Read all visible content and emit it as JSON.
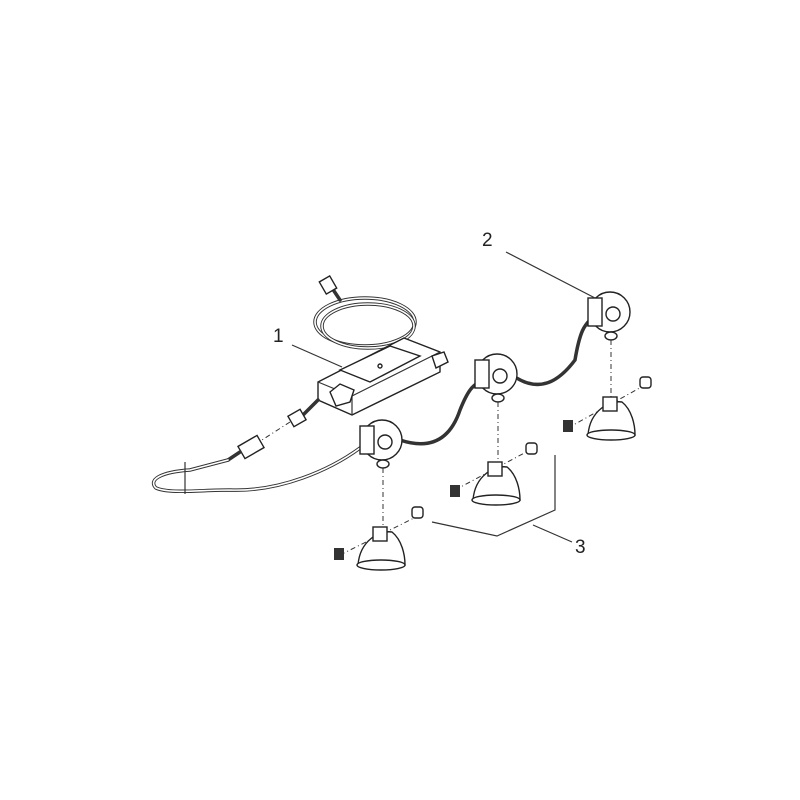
{
  "diagram": {
    "callouts": [
      {
        "number": "1",
        "part": "transformer"
      },
      {
        "number": "2",
        "part": "spotlight"
      },
      {
        "number": "3",
        "part": "suction-cup-mount"
      }
    ]
  }
}
